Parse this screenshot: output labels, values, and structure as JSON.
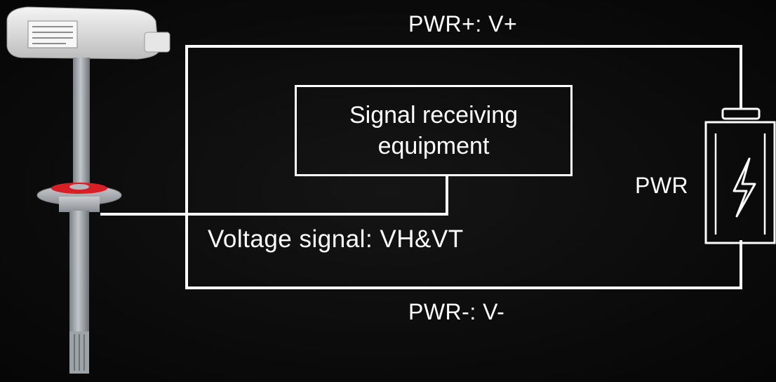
{
  "labels": {
    "pwr_plus": "PWR+: V+",
    "pwr_minus": "PWR-: V-",
    "pwr": "PWR",
    "voltage_signal": "Voltage signal: VH&VT",
    "receiver": "Signal receiving\nequipment"
  },
  "icons": {
    "sensor": "duct-sensor-icon",
    "battery": "battery-icon",
    "lightning": "lightning-icon"
  },
  "colors": {
    "background": "#0b0b0b",
    "lines": "#ffffff",
    "flange_seal": "#d81f26"
  }
}
